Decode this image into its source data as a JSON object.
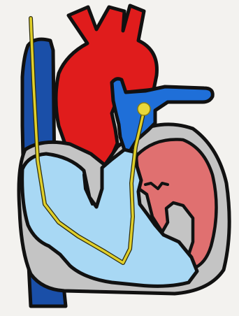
{
  "diagram": {
    "subject": "heart-cross-section-with-catheter",
    "colors": {
      "background": "#f3f2ef",
      "outline": "#111111",
      "aorta": "#e01c1c",
      "vena_cava": "#1a4fa8",
      "pulmonary_artery": "#1f6fd8",
      "right_heart_chambers": "#a8d8f4",
      "left_ventricle": "#e07070",
      "myocardium": "#c4c4c4",
      "catheter": "#e0cf2a"
    },
    "parts": [
      "vena-cava",
      "aorta",
      "pulmonary-artery",
      "myocardium",
      "right-atrium",
      "right-ventricle",
      "left-ventricle",
      "catheter"
    ]
  }
}
